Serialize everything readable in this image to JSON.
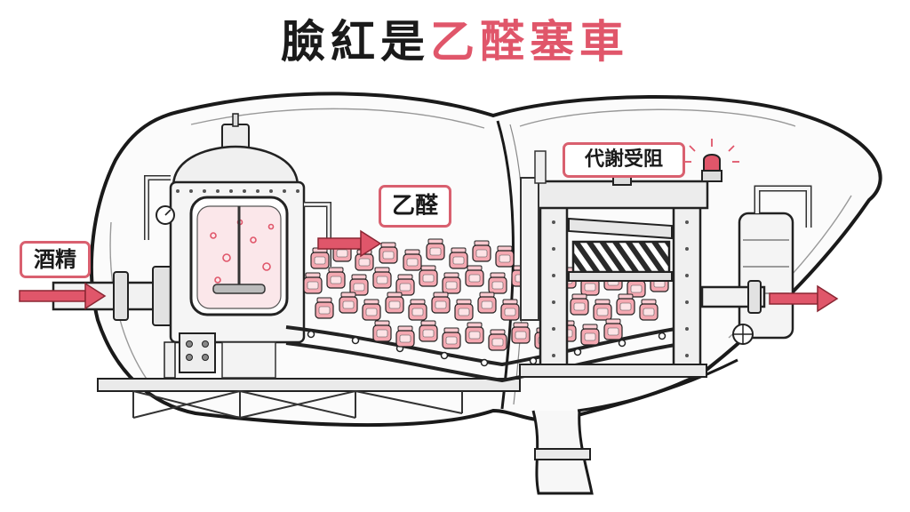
{
  "title": {
    "dark": "臉紅是",
    "red": "乙醛塞車"
  },
  "labels": {
    "alcohol": "酒精",
    "acetaldehyde": "乙醛",
    "metabolism_blocked": "代謝受阻"
  },
  "colors": {
    "accent_red": "#e0566a",
    "pink_fill": "#f4a8b1",
    "ink": "#1a1a1a",
    "box_border": "#d9606f"
  },
  "icons": [
    "flow-arrow-icon",
    "pressure-gauge-icon",
    "warning-beacon-icon",
    "valve-wheel-icon"
  ]
}
